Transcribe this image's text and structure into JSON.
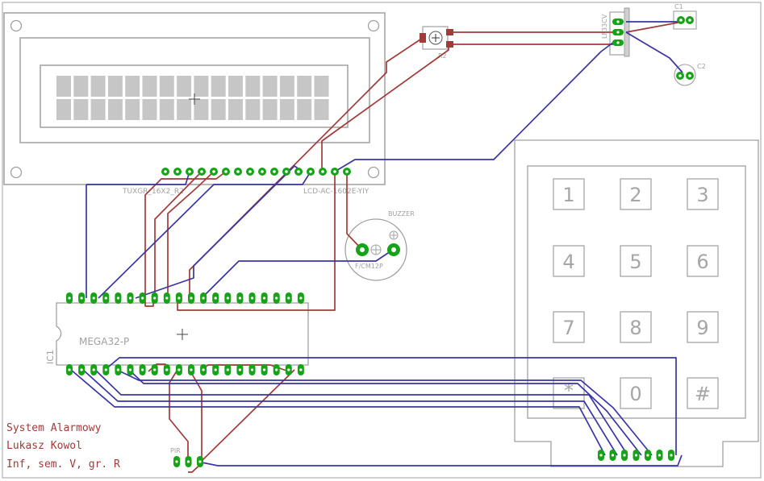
{
  "colors": {
    "outline": "#a0a0a0",
    "top_trace": "#a23a3a",
    "bottom_trace": "#3a35a5",
    "pad": "#17a317"
  },
  "components": {
    "lcd_name": "TUXGR_16X2_R2",
    "lcd_value": "LCD-AC-1602E-YIY",
    "buzzer_name": "BUZZER",
    "buzzer_value": "F/CM12P",
    "mcu_value": "MEGA32-P",
    "mcu_name": "IC1",
    "pot_name": "R2",
    "regulator_value": "LF33CV",
    "cap1_name": "C1",
    "cap2_name": "C2",
    "pir_name": "PIR"
  },
  "keypad": {
    "keys": [
      "1",
      "2",
      "3",
      "4",
      "5",
      "6",
      "7",
      "8",
      "9",
      "*",
      "0",
      "#"
    ]
  },
  "title_block": {
    "line1": "System Alarmowy",
    "line2": "Lukasz Kowol",
    "line3": "Inf, sem. V, gr. R"
  }
}
